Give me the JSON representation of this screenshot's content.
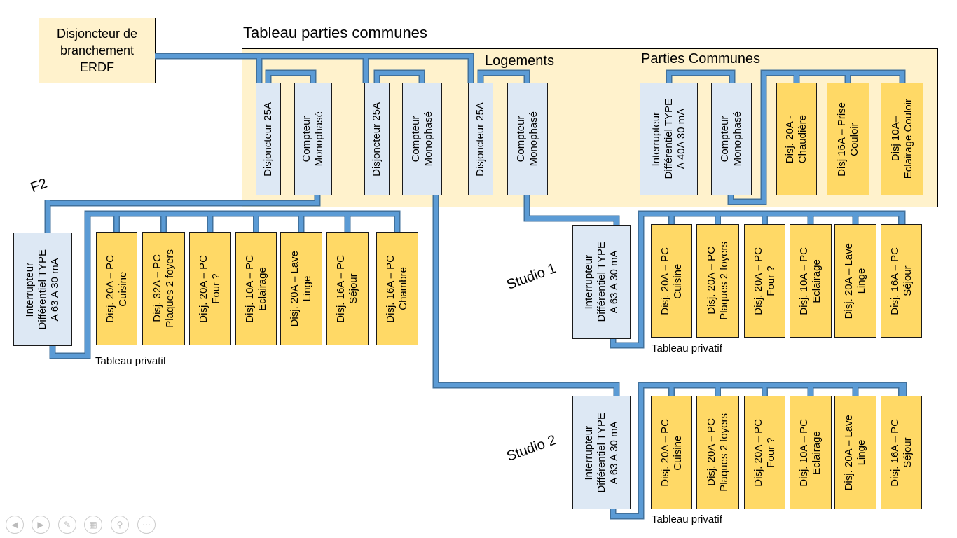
{
  "erdf": "Disjoncteur de\nbranchement\nERDF",
  "title": "Tableau parties communes",
  "logements": "Logements",
  "parties_communes": "Parties Communes",
  "top_row": {
    "d1": "Disjoncteur 25A",
    "c1": "Compteur\nMonophasé",
    "d2": "Disjoncteur 25A",
    "c2": "Compteur\nMonophasé",
    "d3": "Disjoncteur 25A",
    "c3": "Compteur\nMonophasé",
    "pc_int": "Interrupteur\nDifférentiel TYPE\nA 40A 30 mA",
    "pc_comp": "Compteur\nMonophasé",
    "pc_y1": "Disj. 20A -\nChaudière",
    "pc_y2": "Disj 16A – Prise\nCouloir",
    "pc_y3": "Disj 10A–\nEclairage Couloir"
  },
  "f2": {
    "label": "F2",
    "int": "Interrupteur\nDifférentiel TYPE\nA 63 A 30 mA",
    "privatif": "Tableau privatif",
    "circuits": [
      "Disj. 20A – PC\nCuisine",
      "Disj. 32A – PC\nPlaques 2 foyers",
      "Disj. 20A – PC\nFour ?",
      "Disj. 10A – PC\nEclairage",
      "Disj. 20A – Lave\nLinge",
      "Disj. 16A – PC\nSéjour",
      "Disj. 16A – PC\nChambre"
    ]
  },
  "studio1": {
    "label": "Studio 1",
    "int": "Interrupteur\nDifférentiel TYPE\nA 63 A 30 mA",
    "privatif": "Tableau privatif",
    "circuits": [
      "Disj. 20A – PC\nCuisine",
      "Disj. 20A – PC\nPlaques 2 foyers",
      "Disj. 20A – PC\nFour ?",
      "Disj. 10A – PC\nEclairage",
      "Disj. 20A – Lave\nLinge",
      "Disj. 16A – PC\nSéjour"
    ]
  },
  "studio2": {
    "label": "Studio 2",
    "int": "Interrupteur\nDifférentiel TYPE\nA 63 A 30 mA",
    "privatif": "Tableau privatif",
    "circuits": [
      "Disj. 20A – PC\nCuisine",
      "Disj. 20A – PC\nPlaques 2 foyers",
      "Disj. 20A – PC\nFour ?",
      "Disj. 10A – PC\nEclairage",
      "Disj. 20A – Lave\nLinge",
      "Disj. 16A – PC\nSéjour"
    ]
  },
  "colors": {
    "wire": "#5b9bd5",
    "wire_edge": "#41719c",
    "panel": "#fff2cc",
    "blue_box": "#dde8f4",
    "yellow_box": "#ffd966"
  }
}
